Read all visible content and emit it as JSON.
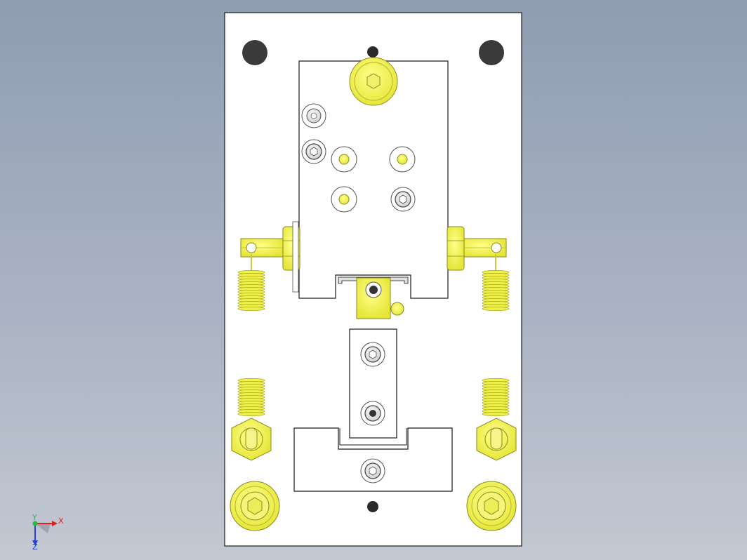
{
  "viewport": {
    "background_top": "#8f9db2",
    "background_bottom": "#c3c8d2"
  },
  "model": {
    "plate_color": "#ffffff",
    "edge_color": "#1a1a1a",
    "hole_color": "#3a3a3a",
    "part_color": "#f2f25a",
    "part_shadow": "#c9c93a"
  },
  "triad": {
    "x_label": "X",
    "y_label": "Y",
    "z_label": "Z",
    "x_color": "#e02020",
    "y_color": "#20c040",
    "z_color": "#2040e0"
  }
}
